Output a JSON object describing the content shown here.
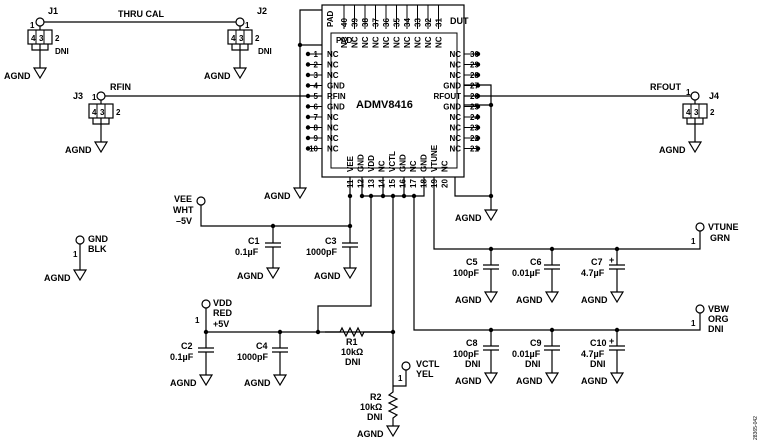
{
  "chip": {
    "part": "ADMV8416",
    "dut": "DUT",
    "pad_label": "PAD",
    "pad_top_pin": "PAD",
    "left_pins": [
      {
        "num": "1",
        "name": "NC"
      },
      {
        "num": "2",
        "name": "NC"
      },
      {
        "num": "3",
        "name": "NC"
      },
      {
        "num": "4",
        "name": "GND"
      },
      {
        "num": "5",
        "name": "RFIN"
      },
      {
        "num": "6",
        "name": "GND"
      },
      {
        "num": "7",
        "name": "NC"
      },
      {
        "num": "8",
        "name": "NC"
      },
      {
        "num": "9",
        "name": "NC"
      },
      {
        "num": "10",
        "name": "NC"
      }
    ],
    "right_pins": [
      {
        "num": "30",
        "name": "NC"
      },
      {
        "num": "29",
        "name": "NC"
      },
      {
        "num": "28",
        "name": "NC"
      },
      {
        "num": "27",
        "name": "GND"
      },
      {
        "num": "26",
        "name": "RFOUT"
      },
      {
        "num": "25",
        "name": "GND"
      },
      {
        "num": "24",
        "name": "NC"
      },
      {
        "num": "23",
        "name": "NC"
      },
      {
        "num": "22",
        "name": "NC"
      },
      {
        "num": "21",
        "name": "NC"
      }
    ],
    "bottom_pins": [
      {
        "num": "11",
        "name": "VEE"
      },
      {
        "num": "12",
        "name": "GND"
      },
      {
        "num": "13",
        "name": "VDD"
      },
      {
        "num": "14",
        "name": "NC"
      },
      {
        "num": "15",
        "name": "VCTL"
      },
      {
        "num": "16",
        "name": "GND"
      },
      {
        "num": "17",
        "name": "NC"
      },
      {
        "num": "18",
        "name": "GND"
      },
      {
        "num": "19",
        "name": "VTUNE"
      },
      {
        "num": "20",
        "name": "NC"
      }
    ],
    "top_pins": [
      {
        "num": "40",
        "name": "NC"
      },
      {
        "num": "39",
        "name": "NC"
      },
      {
        "num": "38",
        "name": "NC"
      },
      {
        "num": "37",
        "name": "NC"
      },
      {
        "num": "36",
        "name": "NC"
      },
      {
        "num": "35",
        "name": "NC"
      },
      {
        "num": "34",
        "name": "NC"
      },
      {
        "num": "33",
        "name": "NC"
      },
      {
        "num": "32",
        "name": "NC"
      },
      {
        "num": "31",
        "name": "NC"
      }
    ]
  },
  "connectors": {
    "j1": {
      "ref": "J1",
      "note": "DNI"
    },
    "j2": {
      "ref": "J2",
      "note": "DNI"
    },
    "j3": {
      "ref": "J3",
      "net": "RFIN"
    },
    "j4": {
      "ref": "J4",
      "net": "RFOUT"
    },
    "thru_cal": "THRU CAL",
    "pin_labels": {
      "p1": "1",
      "p2": "2",
      "p3": "3",
      "p4": "4"
    }
  },
  "testpoints": {
    "vee": {
      "name": "VEE",
      "color": "WHT",
      "voltage": "–5V"
    },
    "gnd": {
      "name": "GND",
      "color": "BLK"
    },
    "vdd": {
      "name": "VDD",
      "color": "RED",
      "voltage": "+5V"
    },
    "vctl": {
      "name": "VCTL",
      "color": "YEL"
    },
    "vtune": {
      "name": "VTUNE",
      "color": "GRN"
    },
    "vbw": {
      "name": "VBW",
      "color": "ORG",
      "note": "DNI"
    }
  },
  "components": {
    "c1": {
      "ref": "C1",
      "value": "0.1µF"
    },
    "c2": {
      "ref": "C2",
      "value": "0.1µF"
    },
    "c3": {
      "ref": "C3",
      "value": "1000pF"
    },
    "c4": {
      "ref": "C4",
      "value": "1000pF"
    },
    "c5": {
      "ref": "C5",
      "value": "100pF"
    },
    "c6": {
      "ref": "C6",
      "value": "0.01µF"
    },
    "c7": {
      "ref": "C7",
      "value": "4.7µF"
    },
    "c8": {
      "ref": "C8",
      "value": "100pF",
      "note": "DNI"
    },
    "c9": {
      "ref": "C9",
      "value": "0.01µF",
      "note": "DNI"
    },
    "c10": {
      "ref": "C10",
      "value": "4.7µF",
      "note": "DNI"
    },
    "r1": {
      "ref": "R1",
      "value": "10kΩ",
      "note": "DNI"
    },
    "r2": {
      "ref": "R2",
      "value": "10kΩ",
      "note": "DNI"
    }
  },
  "labels": {
    "agnd": "AGND",
    "pin_one": "1",
    "plus": "+",
    "figure_id": "28365-042"
  }
}
